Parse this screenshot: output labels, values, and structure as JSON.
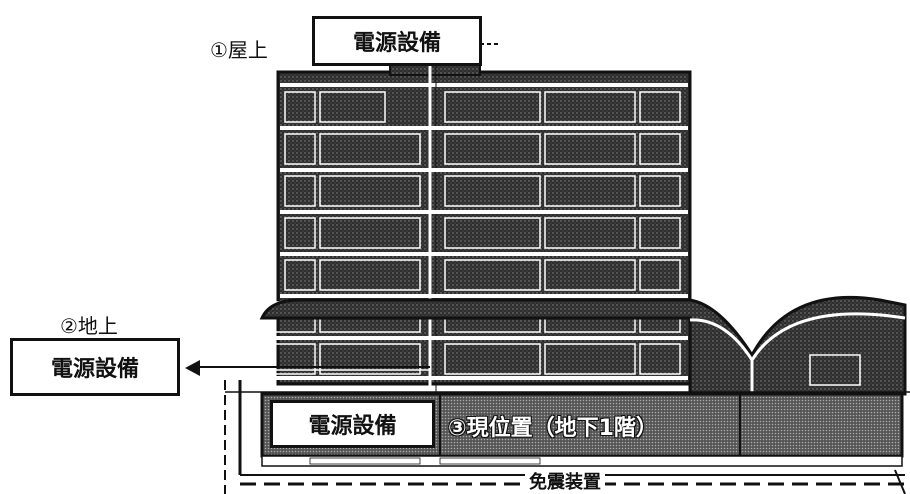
{
  "labels": {
    "rooftop": "①屋上",
    "ground": "②地上",
    "current": "③現位置（地下1階）",
    "power_equipment_rooftop": "電源設備",
    "power_equipment_ground": "電源設備",
    "power_equipment_basement": "電源設備",
    "seismic_isolation": "免震装置"
  },
  "colors": {
    "outline": "#111111",
    "fill_dark": "#3a3a3a",
    "fill_light": "#ffffff"
  }
}
